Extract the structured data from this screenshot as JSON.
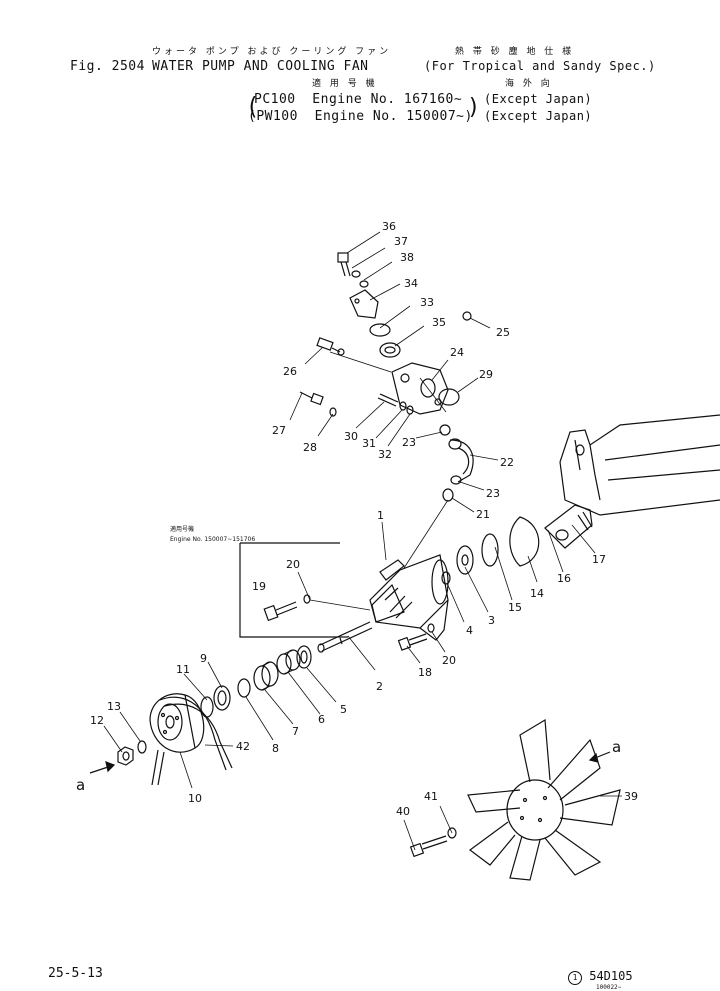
{
  "header": {
    "jp_title": "ウォータ ポンプ および クーリング ファン",
    "jp_spec": "熱 帯 砂 塵 地 仕 様",
    "fig_label": "Fig. 2504",
    "title": "WATER PUMP AND COOLING FAN",
    "spec": "(For Tropical and Sandy Spec.)",
    "jp_serial": "適 用 号 機",
    "jp_overseas": "海 外 向",
    "line1_model": "PC100",
    "line1_engine": "Engine No. 167160∼",
    "line1_note": "(Except Japan)",
    "line2_model": "PW100",
    "line2_engine": "Engine No. 150007∼",
    "line2_note": "(Except Japan)"
  },
  "inset": {
    "jp_label": "適用号機",
    "engine_range": "Engine No. 150007∼151706"
  },
  "callouts": [
    "1",
    "2",
    "3",
    "4",
    "5",
    "6",
    "7",
    "8",
    "9",
    "10",
    "11",
    "12",
    "13",
    "14",
    "15",
    "16",
    "17",
    "18",
    "19",
    "20",
    "20",
    "21",
    "22",
    "23",
    "23",
    "24",
    "25",
    "26",
    "27",
    "28",
    "29",
    "30",
    "31",
    "32",
    "33",
    "34",
    "35",
    "36",
    "37",
    "38",
    "39",
    "40",
    "41",
    "42"
  ],
  "view_marker": "a",
  "footer": {
    "page_ref": "25-5-13",
    "doc_code": "54D105",
    "doc_sub": "100022∼"
  }
}
